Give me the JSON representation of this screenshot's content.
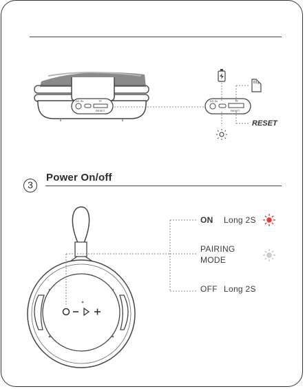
{
  "step": {
    "number": "3",
    "title": "Power On/off"
  },
  "ports_diagram": {
    "port_label_dcin": "DC IN",
    "port_label_tf": "TF",
    "port_label_reset": "RESET",
    "reset_label": "RESET"
  },
  "power_diagram": {
    "on": {
      "label": "ON",
      "action": "Long 2S",
      "indicator_color": "#e53935"
    },
    "pairing": {
      "label_line1": "PAIRING",
      "label_line2": "MODE",
      "indicator_color": "#bdbdbd"
    },
    "off": {
      "label": "OFF",
      "action": "Long 2S"
    }
  },
  "icons": [
    "battery-charging-icon",
    "sd-card-icon",
    "led-indicator-icon",
    "power-button-icon",
    "volume-down-icon",
    "play-icon",
    "volume-up-icon"
  ]
}
